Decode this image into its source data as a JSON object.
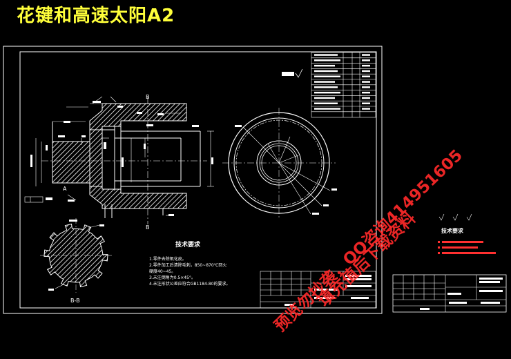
{
  "title": "花键和高速太阳A2",
  "colors": {
    "background": "#000000",
    "title": "#ffff3a",
    "line": "#ffffff",
    "hatch": "#ffffff",
    "watermark": "#ff2a2a",
    "note_red": "#ff3030",
    "dim": "#ffffff"
  },
  "drawing": {
    "section_mark_top": "B",
    "section_mark_bottom": "B",
    "section_mark_left": "A",
    "section_view_label": "B-B",
    "tech_req_title": "技术要求",
    "tech_req_items": [
      "1.零件去除氧化皮。",
      "2.零件加工后清除毛刺，850~870℃回火",
      "  硬度40~45。",
      "3.未注倒角为0.5×45°。",
      "4.未注形状公差应符合GB1184-80的要求。"
    ]
  },
  "secondary": {
    "tech_req_title": "技术要求"
  },
  "watermark": {
    "line1": "预览勿抄袭，QQ咨询414951605",
    "line2": "填充值后下载资料"
  }
}
